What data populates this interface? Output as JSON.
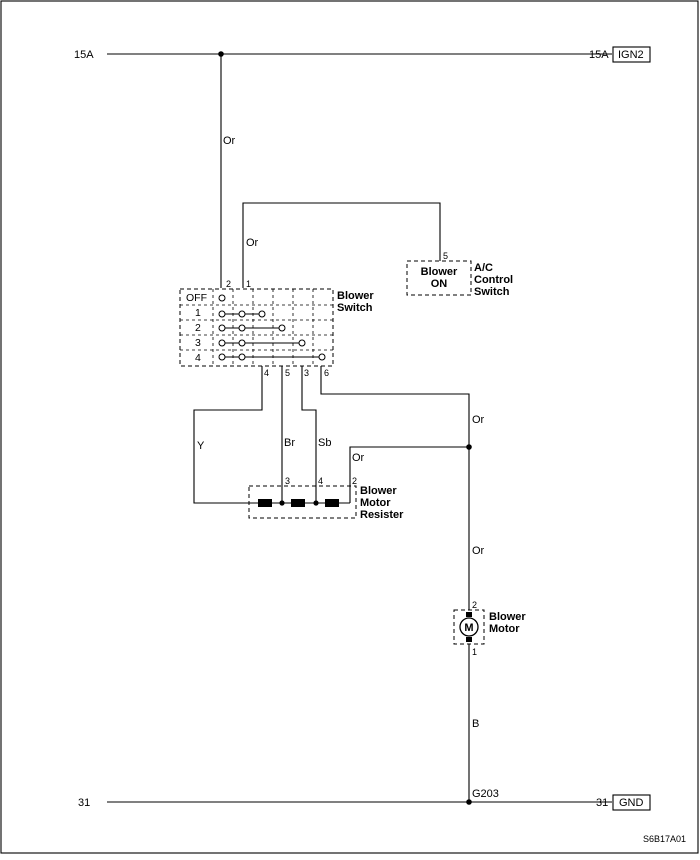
{
  "power": {
    "left_label": "15A",
    "right_label": "15A",
    "source": "IGN2"
  },
  "ground": {
    "left_label": "31",
    "right_label": "31",
    "source": "GND",
    "ground_point": "G203"
  },
  "wires": {
    "main_feed": "Or",
    "ac_feed": "Or",
    "switch_y": "Y",
    "switch_br": "Br",
    "switch_sb": "Sb",
    "switch_or_down": "Or",
    "resister_or": "Or",
    "motor_or": "Or",
    "motor_b": "B"
  },
  "blower_switch": {
    "title_line1": "Blower",
    "title_line2": "Switch",
    "rows": [
      "OFF",
      "1",
      "2",
      "3",
      "4"
    ],
    "pins_top": [
      "2",
      "1"
    ],
    "pins_bottom": [
      "4",
      "5",
      "3",
      "6"
    ]
  },
  "ac_control_switch": {
    "inner_line1": "Blower",
    "inner_line2": "ON",
    "title_line1": "A/C",
    "title_line2": "Control",
    "title_line3": "Switch",
    "pin": "5"
  },
  "resister": {
    "title_line1": "Blower",
    "title_line2": "Motor",
    "title_line3": "Resister",
    "pins": [
      "3",
      "4",
      "2"
    ]
  },
  "motor": {
    "symbol": "M",
    "title_line1": "Blower",
    "title_line2": "Motor",
    "pin_top": "2",
    "pin_bottom": "1"
  },
  "figure_code": "S6B17A01"
}
